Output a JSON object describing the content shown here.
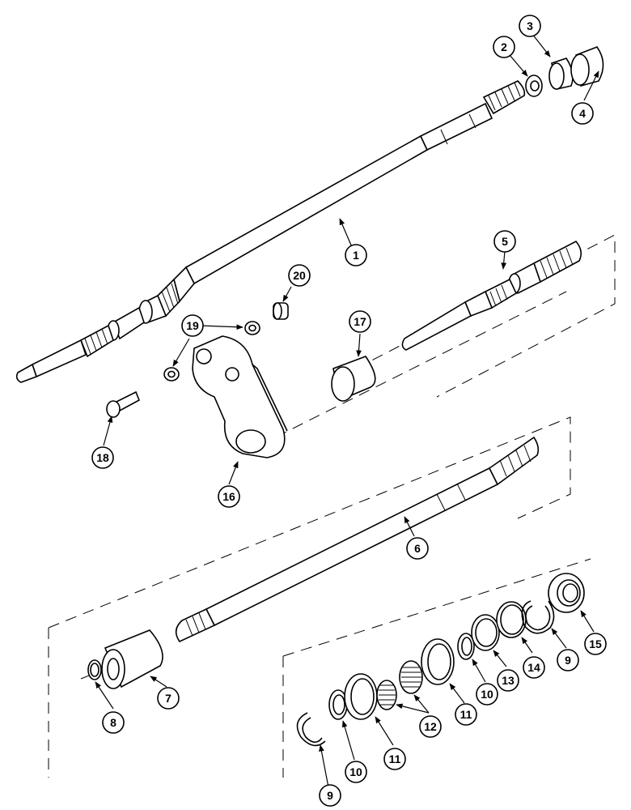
{
  "callouts": {
    "c1": "1",
    "c2": "2",
    "c3": "3",
    "c4": "4",
    "c5": "5",
    "c6": "6",
    "c7": "7",
    "c8": "8",
    "c9a": "9",
    "c9b": "9",
    "c10a": "10",
    "c10b": "10",
    "c11a": "11",
    "c11b": "11",
    "c12": "12",
    "c13": "13",
    "c14": "14",
    "c15": "15",
    "c16": "16",
    "c17": "17",
    "c18": "18",
    "c19": "19",
    "c20": "20"
  }
}
